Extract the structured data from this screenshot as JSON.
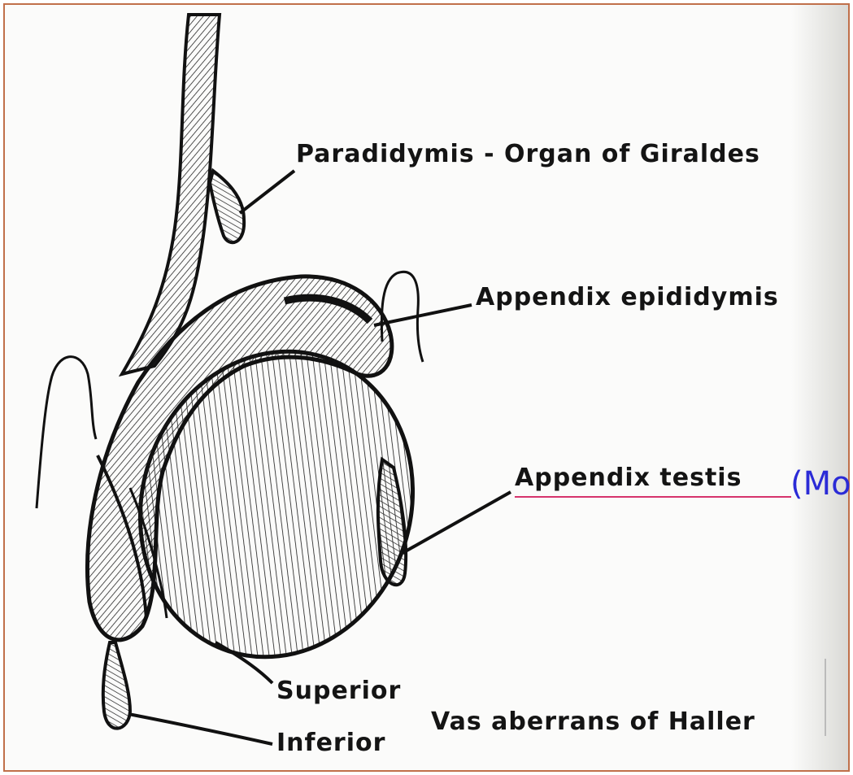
{
  "figure": {
    "labels": {
      "paradidymis": "Paradidymis - Organ of Giraldes",
      "appendix_epididymis": "Appendix epididymis",
      "appendix_testis": "Appendix testis",
      "superior": "Superior",
      "inferior": "Inferior",
      "vas_aberrans": "Vas aberrans of Haller"
    },
    "annotation": {
      "text": "(Mo",
      "color": "#2b2bd6",
      "underline_color": "#d6336c"
    },
    "frame_color": "#c0704a",
    "ink_color": "#141414"
  }
}
